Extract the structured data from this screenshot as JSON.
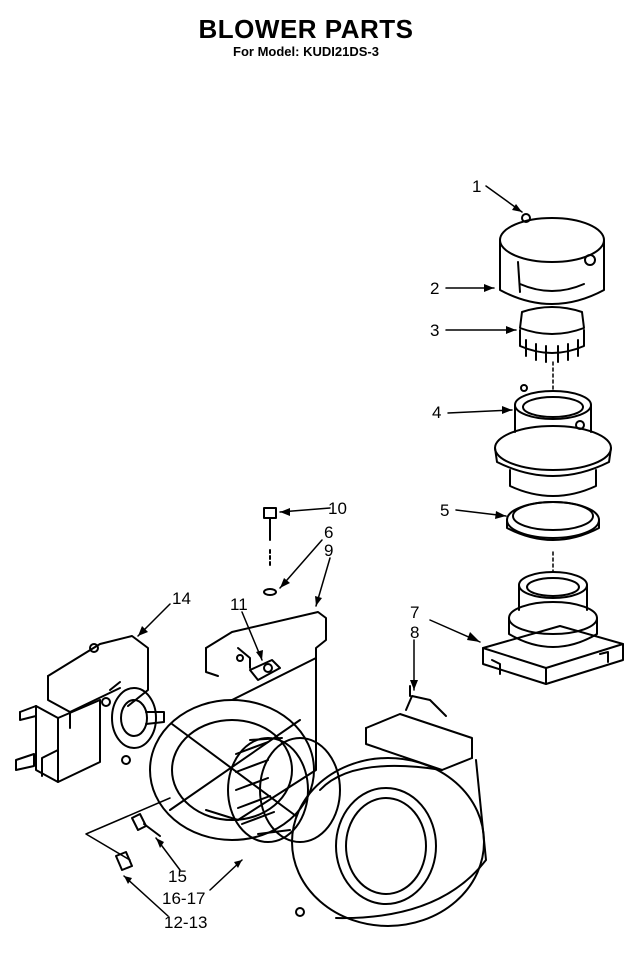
{
  "header": {
    "title": "BLOWER PARTS",
    "subtitle": "For Model: KUDI21DS-3"
  },
  "callouts": {
    "c1": "1",
    "c2": "2",
    "c3": "3",
    "c4": "4",
    "c5": "5",
    "c6": "6",
    "c7": "7",
    "c8": "8",
    "c9": "9",
    "c10": "10",
    "c11": "11",
    "c12_13": "12-13",
    "c14": "14",
    "c15": "15",
    "c16_17": "16-17"
  }
}
